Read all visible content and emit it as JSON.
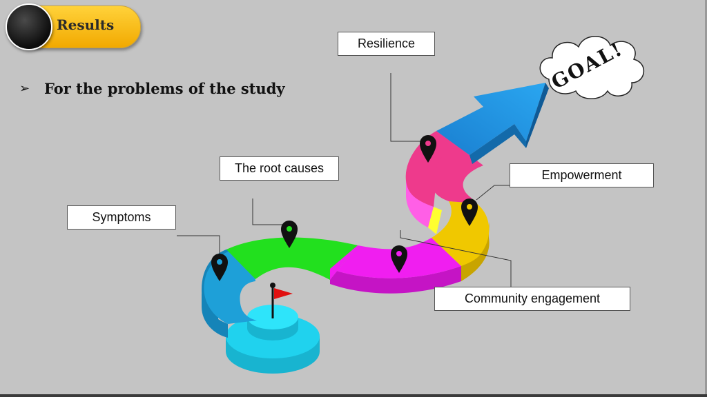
{
  "header": {
    "section_label": "Results"
  },
  "subtitle": {
    "bullet_icon": "arrowhead-bullet-icon",
    "text": "For the problems of the study"
  },
  "diagram": {
    "goal_label": "GOAL!",
    "stages": [
      {
        "label": "Symptoms",
        "color": "#1ea0d8"
      },
      {
        "label": "The root causes",
        "color": "#22e01e"
      },
      {
        "label": "Community engagement",
        "color": "#f01ef0"
      },
      {
        "label": "Empowerment",
        "color": "#f0c800"
      },
      {
        "label": "Resilience",
        "color": "#ee3a8c"
      }
    ],
    "start_color": "#20d2ee",
    "arrow_color": "#1e90e0",
    "flag_color": "#e01010"
  }
}
